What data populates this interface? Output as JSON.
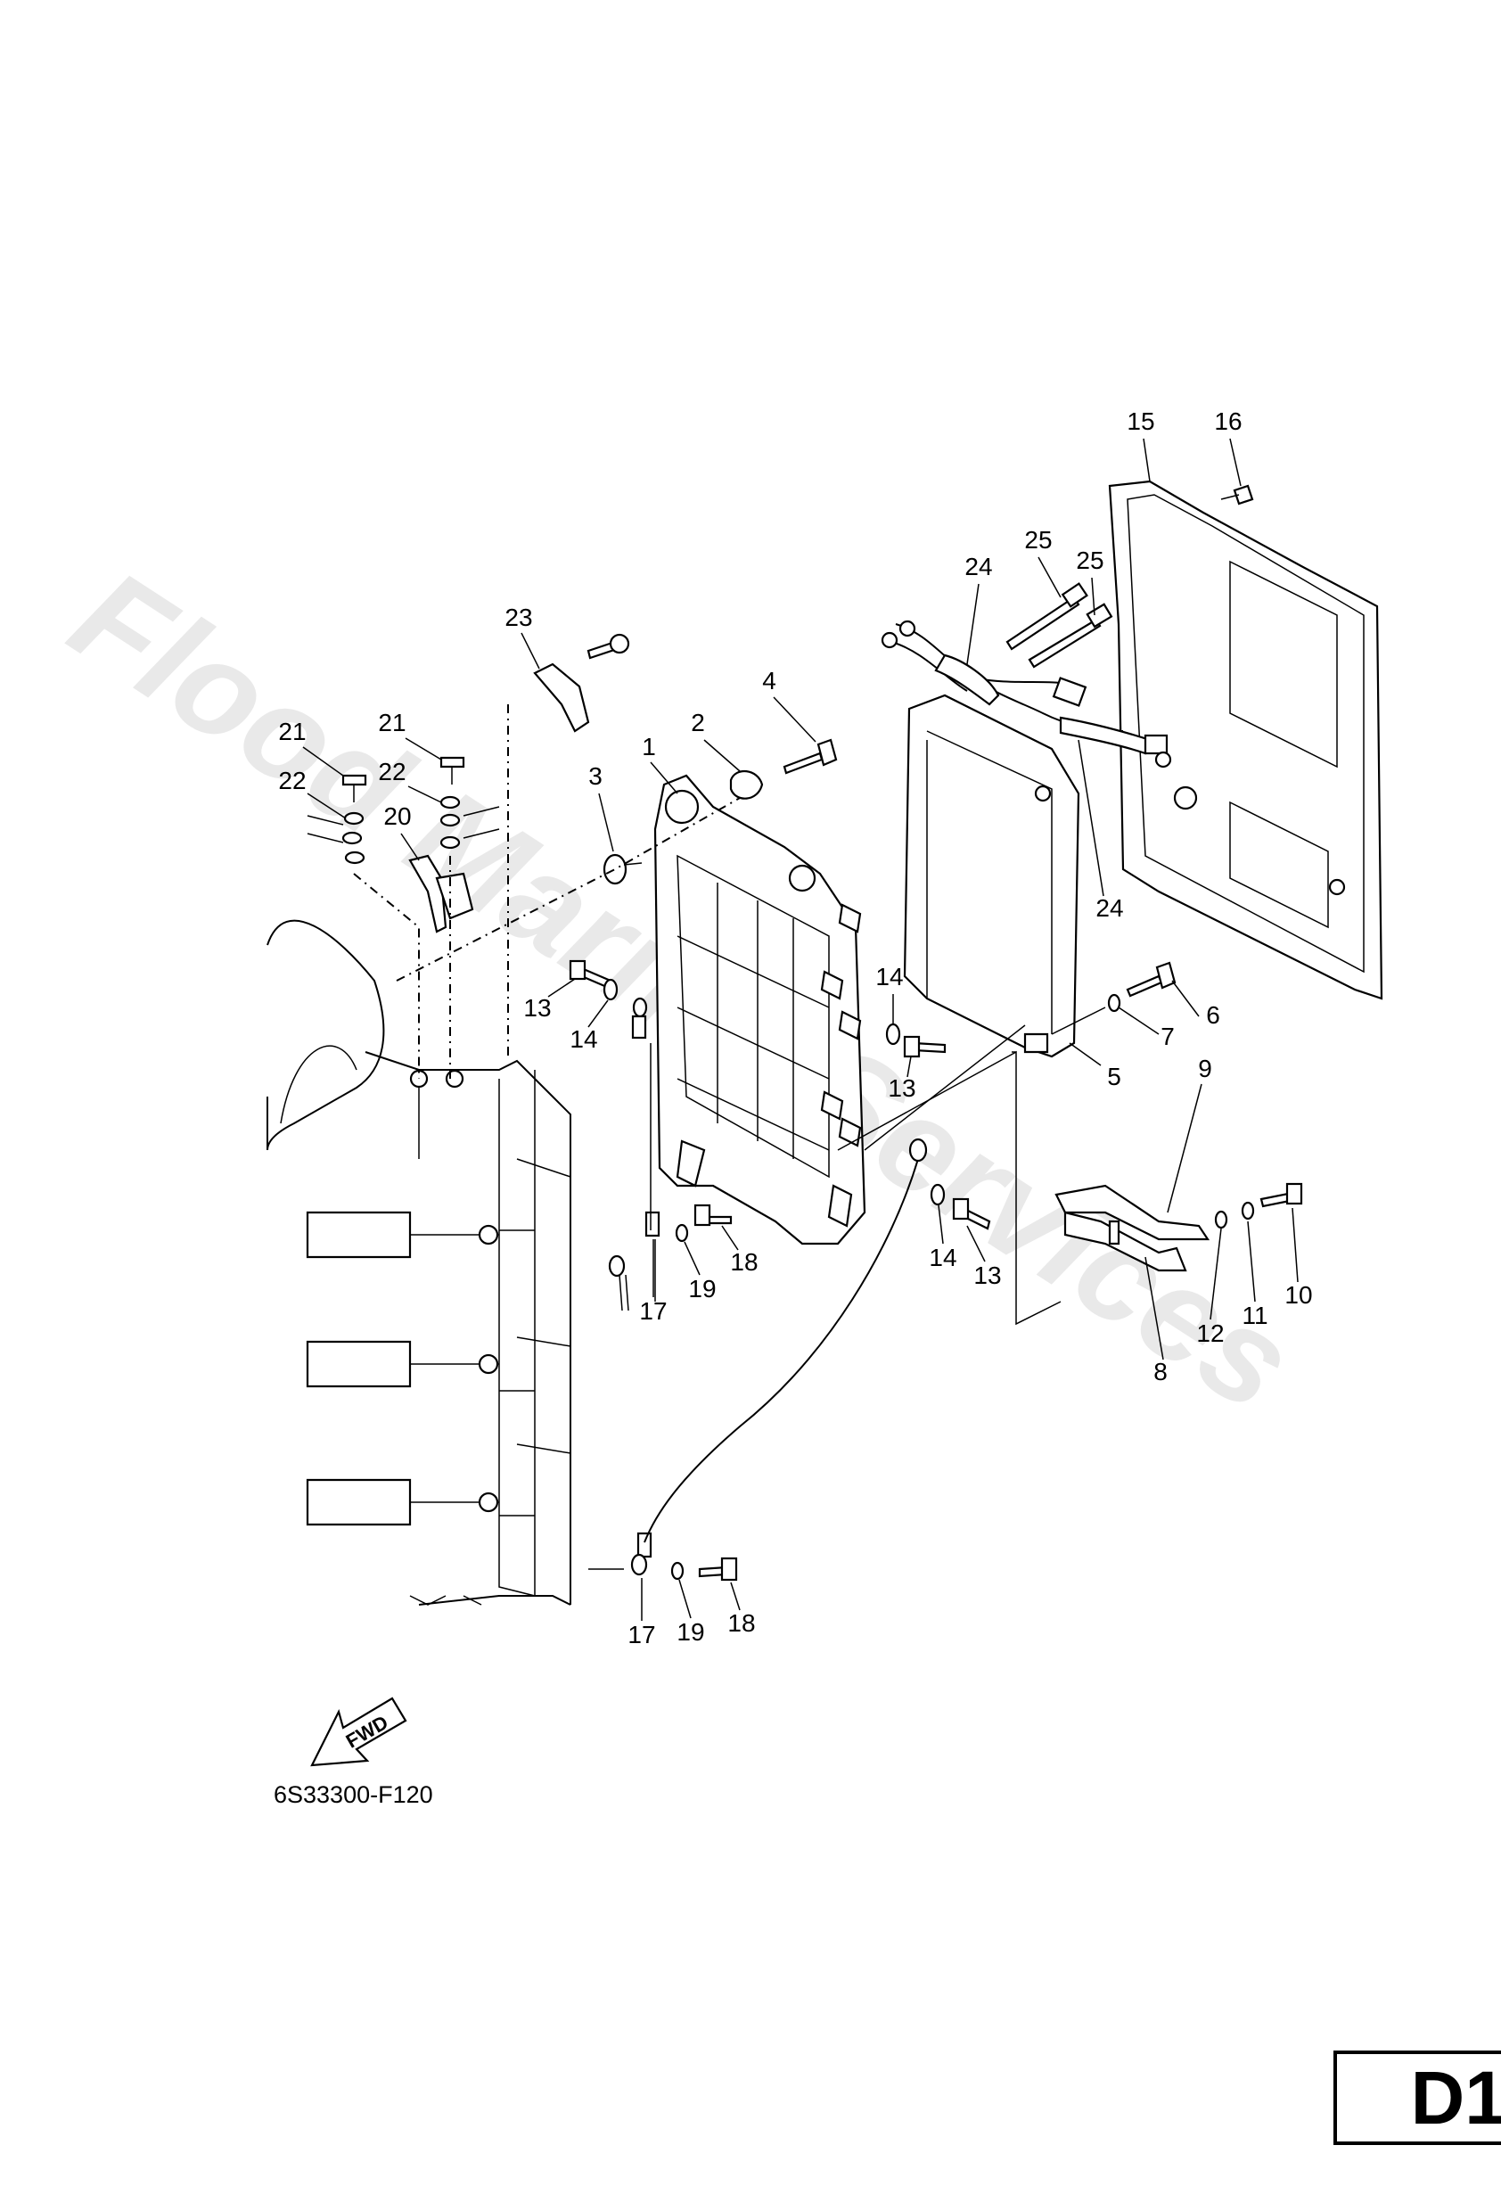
{
  "diagram_code": "6S33300-F120",
  "page_label": "D1",
  "watermark": "Flood Marine Services",
  "direction_badge": "FWD",
  "callouts": [
    "1",
    "2",
    "3",
    "4",
    "5",
    "6",
    "7",
    "8",
    "9",
    "10",
    "11",
    "12",
    "13",
    "13",
    "13",
    "14",
    "14",
    "14",
    "15",
    "16",
    "17",
    "17",
    "18",
    "18",
    "19",
    "19",
    "20",
    "21",
    "21",
    "22",
    "22",
    "23",
    "24",
    "24",
    "25",
    "25"
  ]
}
